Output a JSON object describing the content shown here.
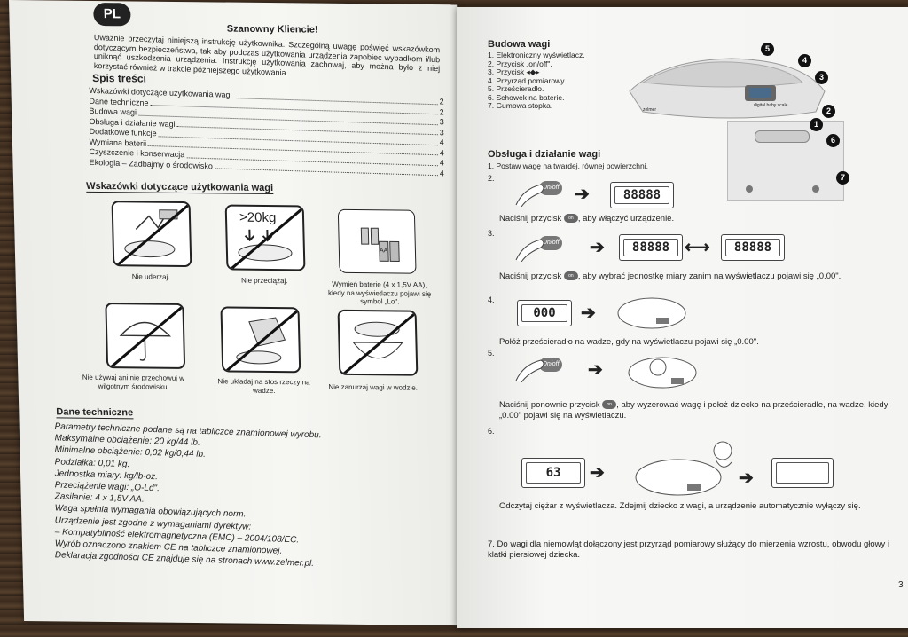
{
  "left": {
    "badge": "PL",
    "greeting": "Szanowny Kliencie!",
    "intro": "Uważnie przeczytaj niniejszą instrukcję użytkownika. Szczególną uwagę poświęć wskazówkom dotyczącym bezpieczeństwa, tak aby podczas użytkowania urządzenia zapobiec wypadkom i/lub uniknąć uszkodzenia urządzenia. Instrukcję użytkowania zachowaj, aby można było z niej korzystać również w trakcie późniejszego użytkowania.",
    "toc_title": "Spis treści",
    "toc": [
      {
        "label": "Wskazówki dotyczące użytkowania wagi",
        "page": "2"
      },
      {
        "label": "Dane techniczne",
        "page": "2"
      },
      {
        "label": "Budowa wagi",
        "page": "3"
      },
      {
        "label": "Obsługa i działanie wagi",
        "page": "3"
      },
      {
        "label": "Dodatkowe funkcje",
        "page": "4"
      },
      {
        "label": "Wymiana baterii",
        "page": "4"
      },
      {
        "label": "Czyszczenie i konserwacja",
        "page": "4"
      },
      {
        "label": "Ekologia – Zadbajmy o środowisko",
        "page": "4"
      }
    ],
    "tips_title": "Wskazówki dotyczące użytkowania wagi",
    "icons": [
      {
        "caption": "Nie uderzaj.",
        "icon": "hammer-hit-icon"
      },
      {
        "caption": "Nie przeciążaj.",
        "label": ">20kg",
        "icon": "overload-icon"
      },
      {
        "caption": "Wymień baterie (4 x 1,5V AA), kiedy na wyświetlaczu pojawi się symbol „Lo\".",
        "label": "AA",
        "icon": "battery-icon"
      },
      {
        "caption": "Nie używaj ani nie przechowuj w wilgotnym środowisku.",
        "icon": "umbrella-icon"
      },
      {
        "caption": "Nie układaj na stos rzeczy na wadze.",
        "icon": "box-on-scale-icon"
      },
      {
        "caption": "Nie zanurzaj wagi w wodzie.",
        "icon": "water-bowl-icon"
      }
    ],
    "tech_title": "Dane techniczne",
    "tech_lines": [
      "Parametry techniczne podane są na tabliczce znamionowej wyrobu.",
      "Maksymalne obciążenie: 20 kg/44 lb.",
      "Minimalne obciążenie: 0,02 kg/0,44 lb.",
      "Podziałka: 0,01 kg.",
      "Jednostka miary: kg/lb-oz.",
      "Przeciążenie wagi: „O-Ld\".",
      "Zasilanie: 4 x 1,5V AA.",
      "Waga spełnia wymagania obowiązujących norm.",
      "Urządzenie jest zgodne z wymaganiami dyrektyw:",
      "– Kompatybilność elektromagnetyczna (EMC) – 2004/108/EC.",
      "Wyrób oznaczono znakiem CE na tabliczce znamionowej.",
      "Deklaracja zgodności CE znajduje się na stronach www.zelmer.pl."
    ]
  },
  "right": {
    "build_title": "Budowa wagi",
    "build_list": [
      "1. Elektroniczny wyświetlacz.",
      "2. Przycisk „on/off\".",
      "3. Przycisk",
      "4. Przyrząd pomiarowy.",
      "5. Prześcieradło.",
      "6. Schowek na baterie.",
      "7. Gumowa stopka."
    ],
    "callouts": [
      "5",
      "4",
      "3",
      "2",
      "1",
      "6",
      "7"
    ],
    "scale_brand": "zelmer",
    "scale_label": "digital baby scale",
    "ops_title": "Obsługa i działanie wagi",
    "step1": "1. Postaw wagę na twardej, równej powierzchni.",
    "step2_num": "2.",
    "step2_text_a": "Naciśnij przycisk",
    "step2_text_b": ", aby włączyć urządzenie.",
    "step3_num": "3.",
    "step3_text_a": "Naciśnij przycisk",
    "step3_text_b": ", aby wybrać jednostkę miary zanim na wyświetlaczu pojawi się „0.00\".",
    "step4_num": "4.",
    "step4_text": "Połóż prześcieradło na wadze, gdy na wyświetlaczu pojawi się „0.00\".",
    "step5_num": "5.",
    "step5_text_a": "Naciśnij ponownie przycisk",
    "step5_text_b": ", aby wyzerować wagę i położ dziecko na prześcieradle, na wadze, kiedy „0.00\" pojawi się na wyświetlaczu.",
    "step6_num": "6.",
    "step6_text": "Odczytaj ciężar z wyświetlacza. Zdejmij dziecko z wagi, a urządzenie automatycznie wyłączy się.",
    "step7_text": "7. Do wagi dla niemowląt dołączony jest przyrząd pomiarowy służący do mierzenia wzrostu, obwodu głowy i klatki piersiowej dziecka.",
    "onoff_label": "On/off",
    "lcd_full": "88888",
    "lcd_full2": "88888",
    "lcd_full3": "88888",
    "lcd_zero": "000",
    "lcd_weight": "63",
    "page_number": "3"
  }
}
